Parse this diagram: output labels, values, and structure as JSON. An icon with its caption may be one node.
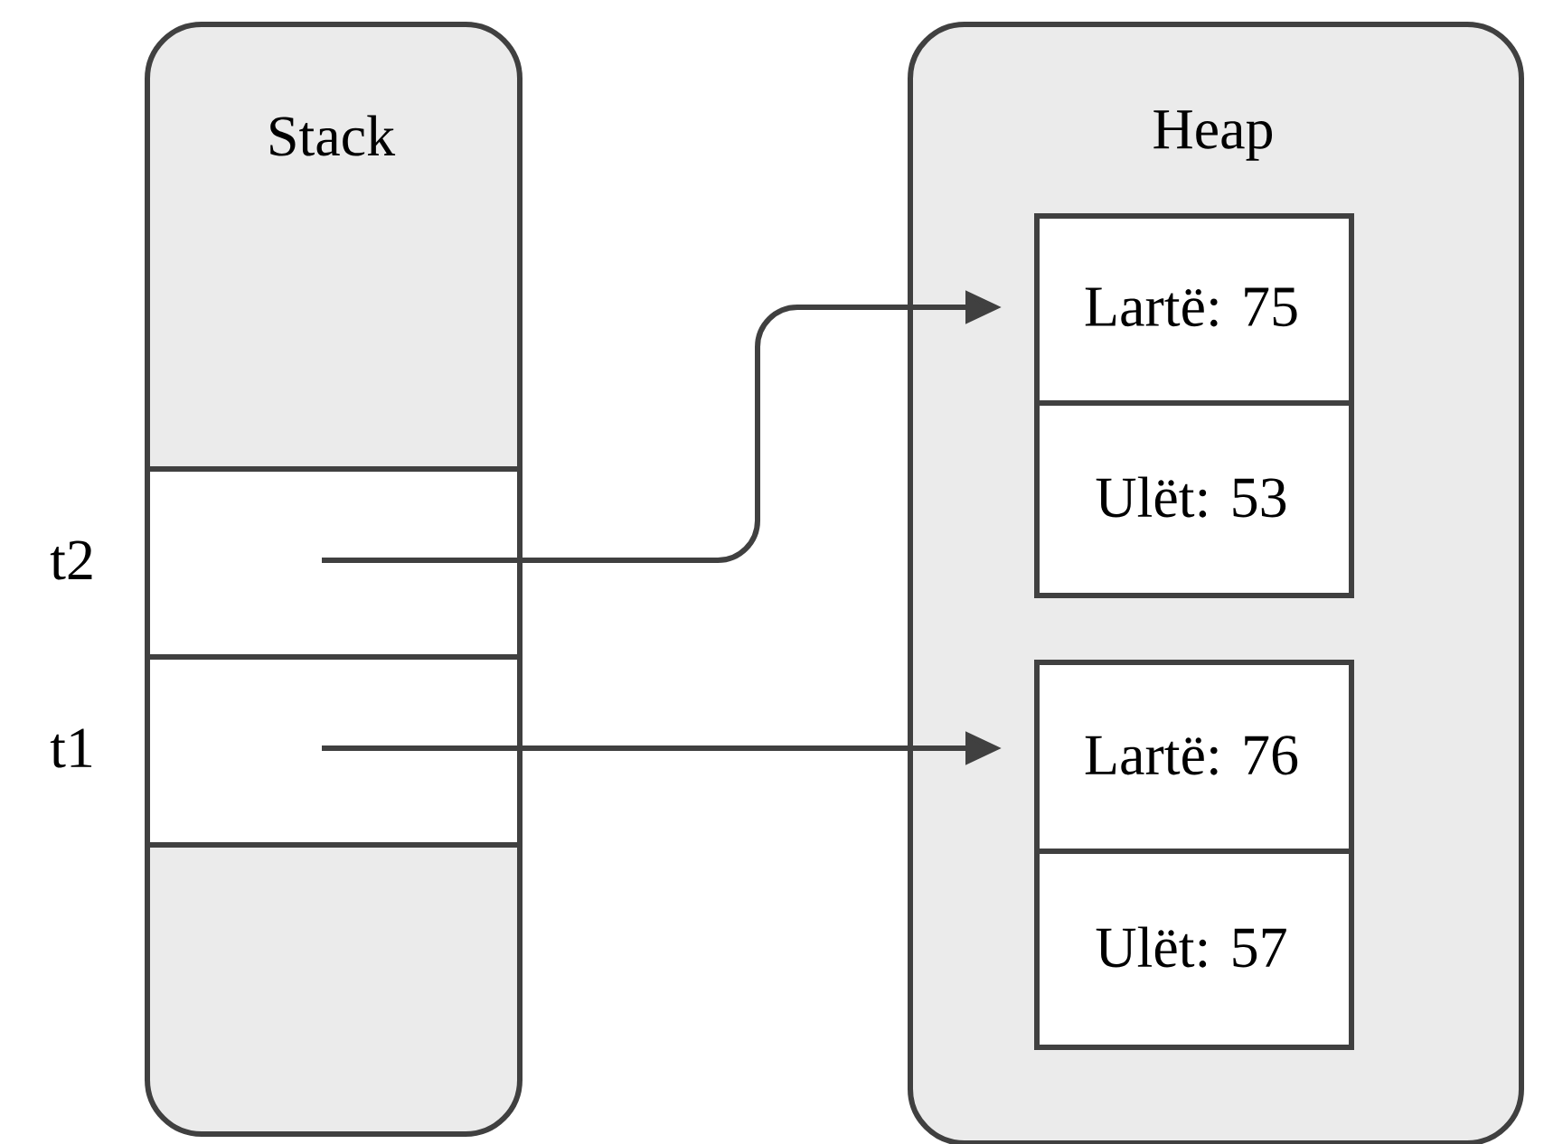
{
  "diagram": {
    "nodes": [
      {
        "text": [
          "Stack"
        ]
      },
      {
        "text": [],
        "shape": "box",
        "in": 0,
        "beside": [
          "t2"
        ]
      },
      {
        "text": [],
        "shape": "box",
        "in": 0,
        "beside": [
          "t1"
        ]
      },
      {
        "text": [
          "Heap"
        ]
      },
      {
        "text": [
          "Lartë: 75",
          "Ulët: 53"
        ],
        "in": 3
      },
      {
        "text": [
          "Lartë: 76",
          "Ulët: 57"
        ],
        "in": 3
      }
    ],
    "edges": [
      {
        "from": 1,
        "to": 4,
        "arrow": "to"
      },
      {
        "from": 2,
        "to": 5,
        "arrow": "to"
      }
    ]
  }
}
